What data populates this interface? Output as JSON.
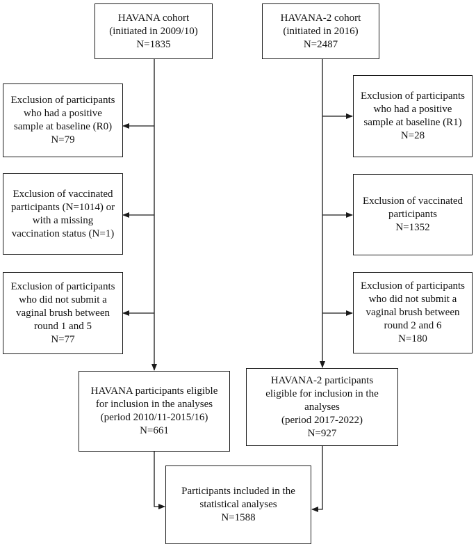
{
  "flowchart": {
    "havana_cohort": {
      "lines": [
        "HAVANA cohort",
        "(initiated in 2009/10)",
        "N=1835"
      ]
    },
    "havana2_cohort": {
      "lines": [
        "HAVANA-2 cohort",
        "(initiated in 2016)",
        "N=2487"
      ]
    },
    "left_exclusion_positive": {
      "lines": [
        "Exclusion of participants",
        "who had a positive",
        "sample at baseline (R0)",
        "N=79"
      ]
    },
    "left_exclusion_vaccinated": {
      "lines": [
        "Exclusion of vaccinated",
        "participants (N=1014) or",
        "with a missing",
        "vaccination status (N=1)"
      ]
    },
    "left_exclusion_brush": {
      "lines": [
        "Exclusion of participants",
        "who did not submit a",
        "vaginal brush between",
        "round 1 and 5",
        "N=77"
      ]
    },
    "right_exclusion_positive": {
      "lines": [
        "Exclusion of participants",
        "who had a positive",
        "sample at baseline (R1)",
        "N=28"
      ]
    },
    "right_exclusion_vaccinated": {
      "lines": [
        "Exclusion of vaccinated",
        "participants",
        "N=1352"
      ]
    },
    "right_exclusion_brush": {
      "lines": [
        "Exclusion of participants",
        "who did not submit a",
        "vaginal brush between",
        "round 2 and 6",
        "N=180"
      ]
    },
    "havana_eligible": {
      "lines": [
        "HAVANA participants eligible",
        "for inclusion in the analyses",
        "(period 2010/11-2015/16)",
        "N=661"
      ]
    },
    "havana2_eligible": {
      "lines": [
        "HAVANA-2 participants",
        "eligible for inclusion in the",
        "analyses",
        "(period 2017-2022)",
        "N=927"
      ]
    },
    "final_included": {
      "lines": [
        "Participants included in the",
        "statistical analyses",
        "N=1588"
      ]
    }
  }
}
